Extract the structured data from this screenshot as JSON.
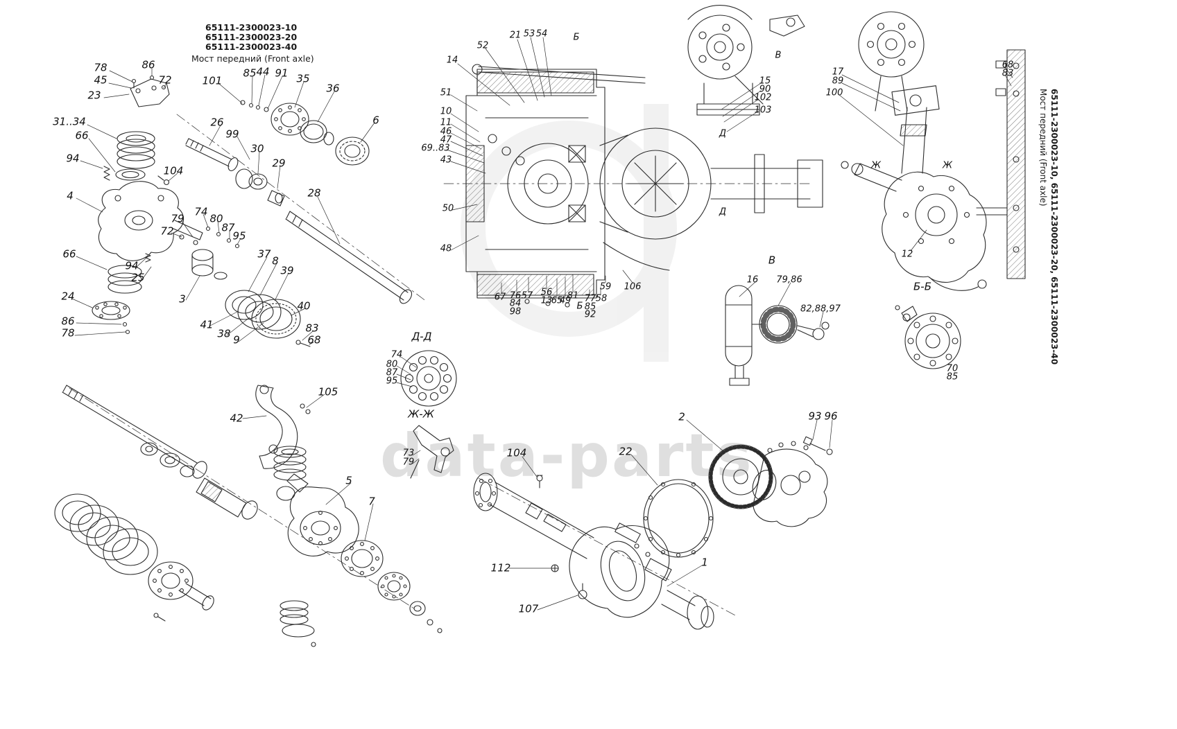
{
  "title_block": {
    "code1": "65111-2300023-10",
    "code2": "65111-2300023-20",
    "code3": "65111-2300023-40",
    "name": "Мост передний (Front axle)"
  },
  "side_label": {
    "codes": "65111-2300023-10, 65111-2300023-20, 65111-2300023-40",
    "name": "Мост передний (Front axle)"
  },
  "watermark": {
    "text": "data-parts"
  },
  "callouts": [
    "78",
    "86",
    "45",
    "72",
    "23",
    "101",
    "85",
    "44",
    "91",
    "35",
    "36",
    "6",
    "31..34",
    "66",
    "26",
    "99",
    "94",
    "104",
    "30",
    "29",
    "4",
    "28",
    "79",
    "74",
    "80",
    "72",
    "87",
    "95",
    "66",
    "37",
    "8",
    "39",
    "94",
    "25",
    "3",
    "40",
    "24",
    "41",
    "38",
    "9",
    "83",
    "68",
    "86",
    "78",
    "105",
    "42",
    "5",
    "7",
    "52",
    "21",
    "53",
    "54",
    "Б",
    "14",
    "51",
    "10",
    "11",
    "46",
    "47",
    "69..83",
    "43",
    "50",
    "48",
    "15",
    "90",
    "102",
    "103",
    "Д",
    "Д",
    "В",
    "67",
    "76",
    "57",
    "84",
    "98",
    "56",
    "13",
    "65",
    "49",
    "81",
    "Б",
    "77",
    "85",
    "92",
    "58",
    "59",
    "106",
    "17",
    "89",
    "100",
    "68",
    "83",
    "Ж",
    "Ж",
    "12",
    "Б-Б",
    "70",
    "85",
    "В",
    "16",
    "79,86",
    "82,88,97",
    "Д-Д",
    "74",
    "80",
    "87",
    "95",
    "Ж-Ж",
    "73",
    "79",
    "104",
    "22",
    "2",
    "93",
    "96",
    "112",
    "1",
    "107"
  ]
}
